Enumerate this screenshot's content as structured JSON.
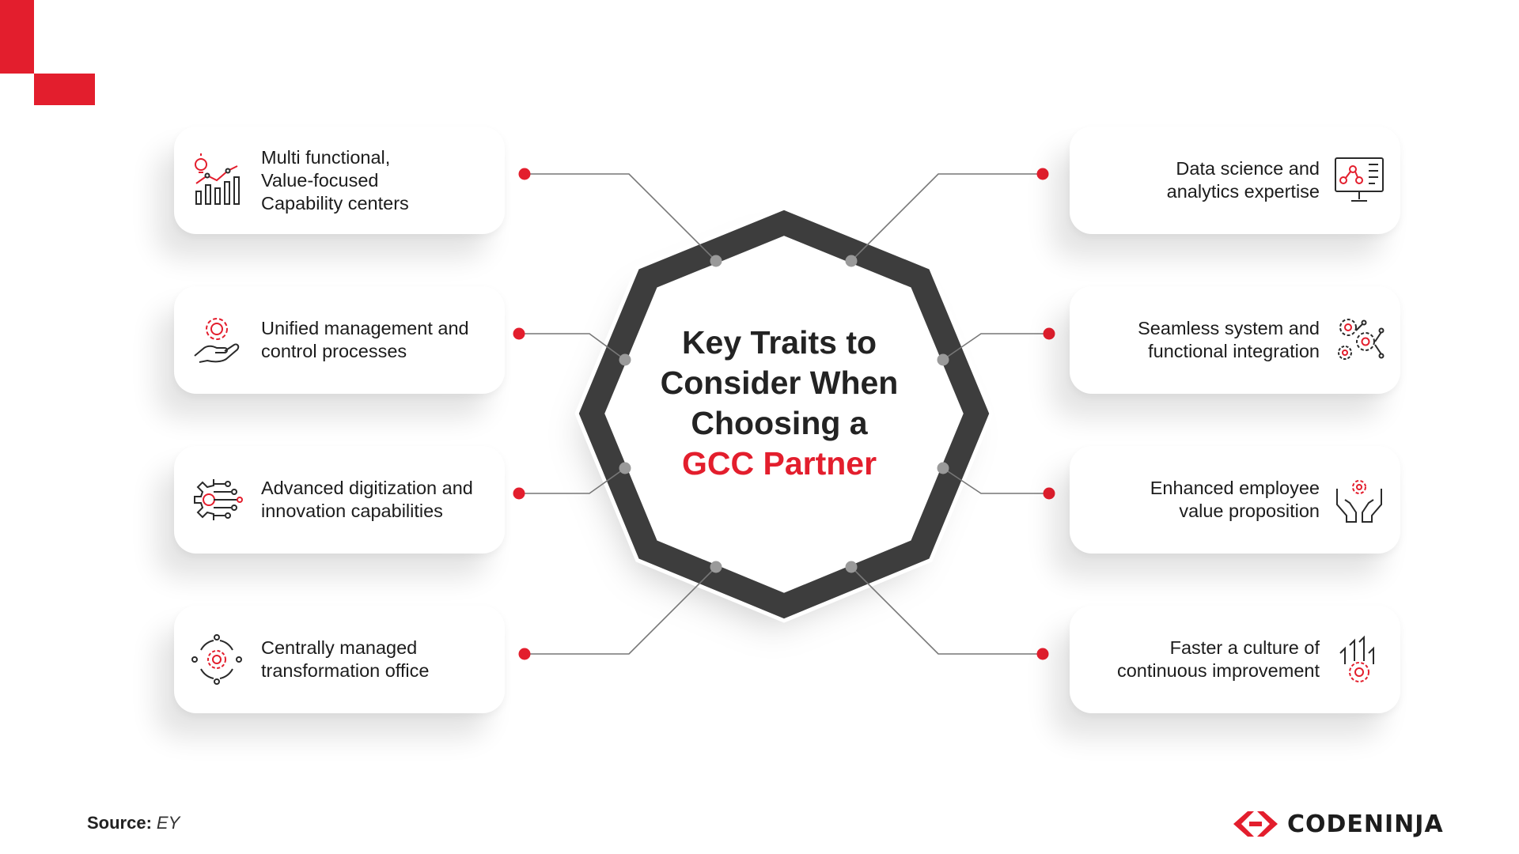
{
  "hub": {
    "title_lines": [
      "Key Traits to",
      "Consider When",
      "Choosing a"
    ],
    "title_accent": "GCC Partner"
  },
  "left_items": [
    {
      "lines": [
        "Multi functional,",
        "Value-focused",
        "Capability centers"
      ],
      "icon": "bulb-chart-icon"
    },
    {
      "lines": [
        "Unified management and",
        "control processes"
      ],
      "icon": "hand-gear-icon"
    },
    {
      "lines": [
        "Advanced digitization and",
        "innovation capabilities"
      ],
      "icon": "digital-gear-icon"
    },
    {
      "lines": [
        "Centrally managed",
        "transformation office"
      ],
      "icon": "gear-cycle-icon"
    }
  ],
  "right_items": [
    {
      "lines": [
        "Data science and",
        "analytics expertise"
      ],
      "icon": "monitor-network-icon"
    },
    {
      "lines": [
        "Seamless system and",
        "functional integration"
      ],
      "icon": "gears-network-icon"
    },
    {
      "lines": [
        "Enhanced employee",
        "value proposition"
      ],
      "icon": "hands-gear-icon"
    },
    {
      "lines": [
        "Faster a culture of",
        "continuous improvement"
      ],
      "icon": "arrows-gear-icon"
    }
  ],
  "footer": {
    "source_label": "Source:",
    "source_value": "EY",
    "logo_text": "CODENINJA"
  },
  "colors": {
    "accent": "#e31e2d",
    "ring": "#3d3d3d",
    "line": "#777777",
    "text": "#1c1c1c"
  }
}
